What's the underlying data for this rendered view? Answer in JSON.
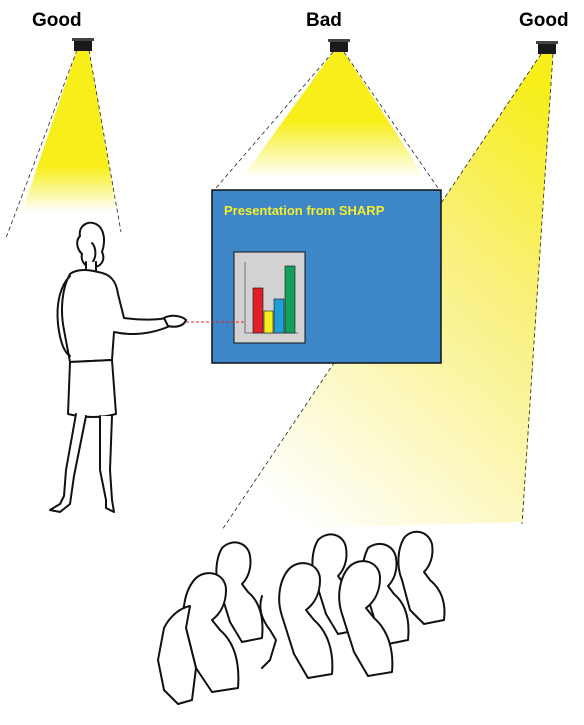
{
  "labels": {
    "left": "Good",
    "middle": "Bad",
    "right": "Good"
  },
  "screen": {
    "title": "Presentation from SHARP"
  },
  "colors": {
    "light_beam": "#f7ee1a",
    "screen_blue": "#3d86c8",
    "screen_title": "#f5ee2a",
    "bar_red": "#e21f26",
    "bar_yellow": "#f5ee1f",
    "bar_blue": "#1e9fd8",
    "bar_green": "#13a05a",
    "laser": "#e0202a"
  }
}
